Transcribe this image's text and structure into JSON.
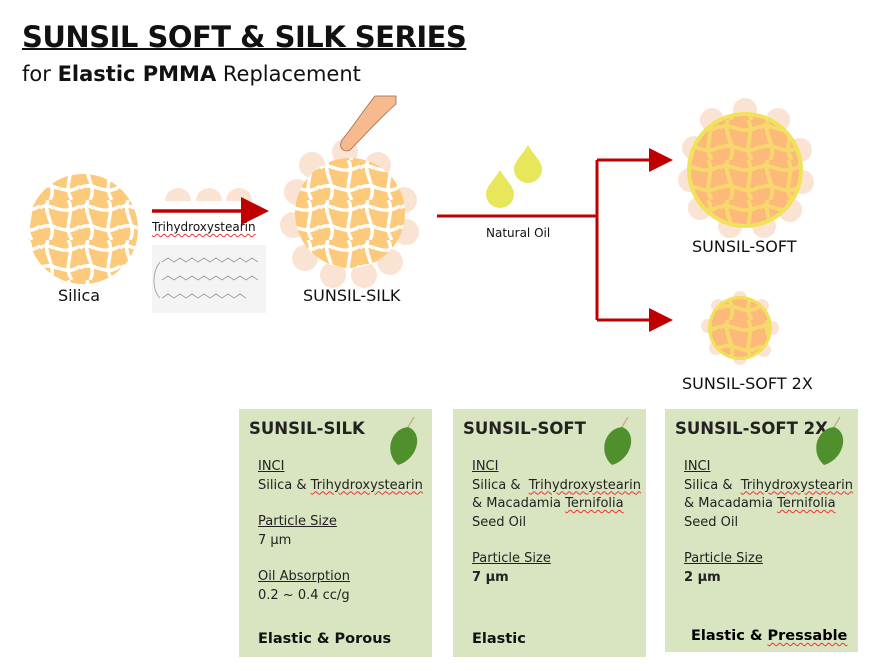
{
  "title": "SUNSIL SOFT & SILK SERIES",
  "subtitle": {
    "prefix": "for ",
    "bold": "Elastic PMMA",
    "suffix": " Replacement"
  },
  "diagram": {
    "silica_label": "Silica",
    "reagent_label": "Trihydroxystearin",
    "silk_label": "SUNSIL-SILK",
    "oil_label": "Natural Oil",
    "soft_label": "SUNSIL-SOFT",
    "soft2x_label": "SUNSIL-SOFT 2X"
  },
  "cards": [
    {
      "title": "SUNSIL-SILK",
      "inci_label": "INCI",
      "inci_l1a": "Silica & ",
      "inci_l1b": "Trihydroxystearin",
      "size_label": "Particle Size",
      "size_value": "7 µm",
      "oil_label": "Oil Absorption",
      "oil_value": "0.2 ~ 0.4 cc/g",
      "footer_a": "Elastic & Porous"
    },
    {
      "title": "SUNSIL-SOFT",
      "inci_label": "INCI",
      "inci_l1a": "Silica &  ",
      "inci_l1b": "Trihydroxystearin",
      "inci_l2a": "& Macadamia ",
      "inci_l2b": "Ternifolia",
      "inci_l3": "Seed Oil",
      "size_label": "Particle Size",
      "size_value": "7 µm",
      "footer_a": "Elastic"
    },
    {
      "title": "SUNSIL-SOFT 2X",
      "inci_label": "INCI",
      "inci_l1a": "Silica &  ",
      "inci_l1b": "Trihydroxystearin",
      "inci_l2a": "& Macadamia ",
      "inci_l2b": "Ternifolia",
      "inci_l3": "Seed Oil",
      "size_label": "Particle Size",
      "size_value": "2 µm",
      "footer_a": "Elastic & ",
      "footer_b": "Pressable"
    }
  ],
  "colors": {
    "arrow": "#c00000",
    "silica": "#fdc97a",
    "shell": "#fbe3d3",
    "oil": "#e8e65a",
    "card": "#d9e4c1"
  }
}
